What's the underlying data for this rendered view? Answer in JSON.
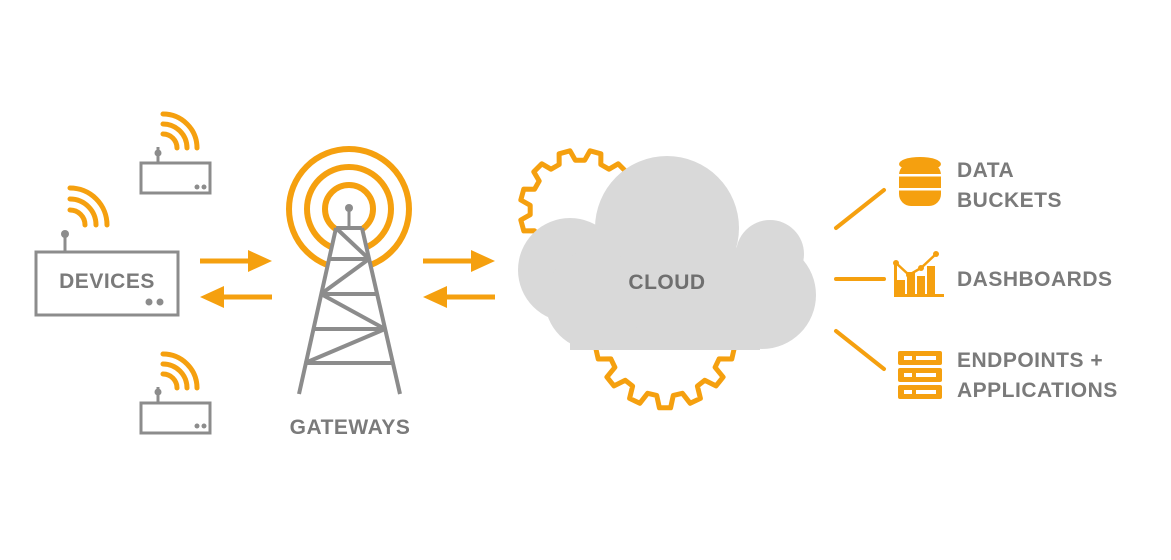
{
  "labels": {
    "devices": "DEVICES",
    "gateways": "GATEWAYS",
    "cloud": "CLOUD",
    "data_buckets_line1": "DATA",
    "data_buckets_line2": "BUCKETS",
    "dashboards": "DASHBOARDS",
    "endpoints_line1": "ENDPOINTS +",
    "endpoints_line2": "APPLICATIONS"
  },
  "colors": {
    "accent": "#F5A00F",
    "device_stroke": "#8c8c8c",
    "tower_stroke": "#8c8c8c",
    "cloud_fill": "#d9d9d9",
    "label_text": "#7a7a7a"
  },
  "icons": {
    "devices": [
      "router-icon",
      "router-icon",
      "router-icon"
    ],
    "gateway": "cell-tower-icon",
    "cloud": "cloud-icon",
    "gear": "gear-icon",
    "outputs": [
      "database-icon",
      "bar-chart-icon",
      "server-stack-icon"
    ]
  }
}
